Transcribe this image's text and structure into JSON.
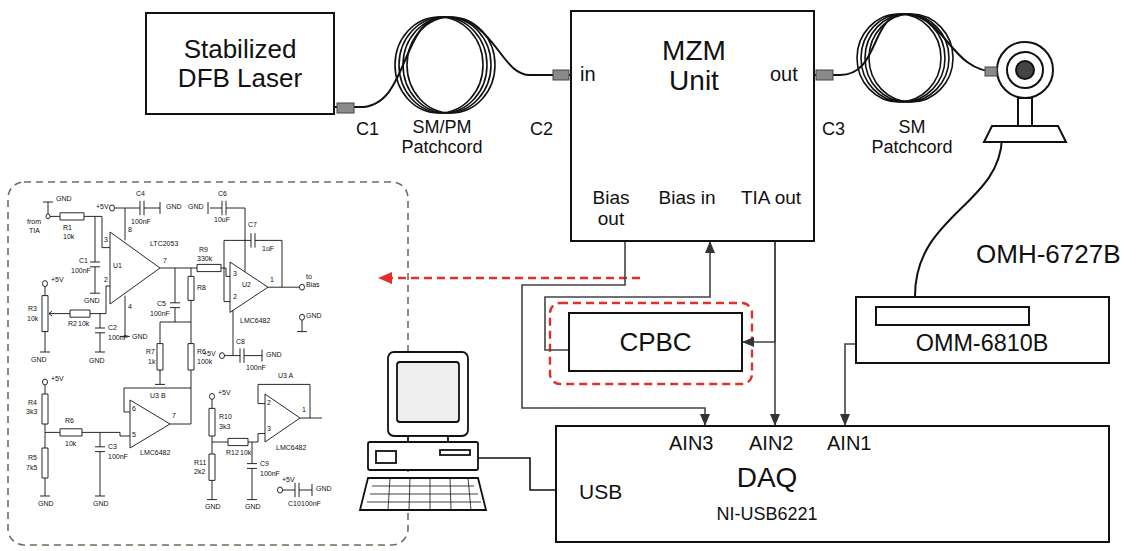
{
  "diagram": {
    "nodes": [
      {
        "text": [
          "Stabilized DFB Laser"
        ]
      },
      {
        "text": [
          "MZM Unit",
          "in",
          "out",
          "Bias out",
          "Bias in",
          "TIA out"
        ]
      },
      {
        "text": [
          "CPBC"
        ]
      },
      {
        "text": [
          "OMM-6810B"
        ]
      },
      {
        "text": [
          "AIN3",
          "AIN2",
          "AIN1",
          "DAQ",
          "NI-USB6221",
          "USB"
        ]
      }
    ],
    "edges": [
      {
        "from": 0,
        "to": 1,
        "arrow": "none"
      },
      {
        "from": 1,
        "to": 2,
        "arrow": "to"
      },
      {
        "from": 2,
        "to": 1,
        "arrow": "to"
      },
      {
        "from": 1,
        "to": 4,
        "arrow": "to"
      },
      {
        "from": 1,
        "to": 4,
        "arrow": "to"
      },
      {
        "from": 3,
        "to": 4,
        "arrow": "to"
      }
    ],
    "labels": [
      "C1",
      "SM/PM Patchcord",
      "C2",
      "C3",
      "SM Patchcord",
      "OMH-6727B",
      "GND",
      "from",
      "TIA",
      "R1",
      "10k",
      "C1",
      "100nF",
      "GND",
      "+5V",
      "C4",
      "100nF",
      "GND",
      "3",
      "2",
      "U1",
      "LTC2053",
      "7",
      "8",
      "4",
      "GND",
      "C6",
      "10uF",
      "C7",
      "1uF",
      "R9",
      "330k",
      "3",
      "2",
      "1",
      "U2",
      "LMC6482",
      "to",
      "Bias",
      "GND",
      "C5",
      "100nF",
      "R8",
      "R6",
      "100k",
      "R7",
      "1k",
      "GND",
      "+5V",
      "C8",
      "100nF",
      "GND",
      "+5V",
      "R3",
      "10k",
      "R2",
      "10k",
      "C2",
      "100nF",
      "GND",
      "GND",
      "+5V",
      "R4",
      "3k3",
      "R6",
      "10k",
      "R5",
      "7k5",
      "C3",
      "100nF",
      "GND",
      "GND",
      "6",
      "5",
      "7",
      "U3 B",
      "LMC6482",
      "+5V",
      "R10",
      "3k3",
      "R12",
      "10k",
      "R11",
      "2k2",
      "C9",
      "100nF",
      "GND",
      "GND",
      "2",
      "3",
      "1",
      "U3 A",
      "LMC6482",
      "+5V",
      "C10",
      "100nF",
      "GND"
    ]
  }
}
